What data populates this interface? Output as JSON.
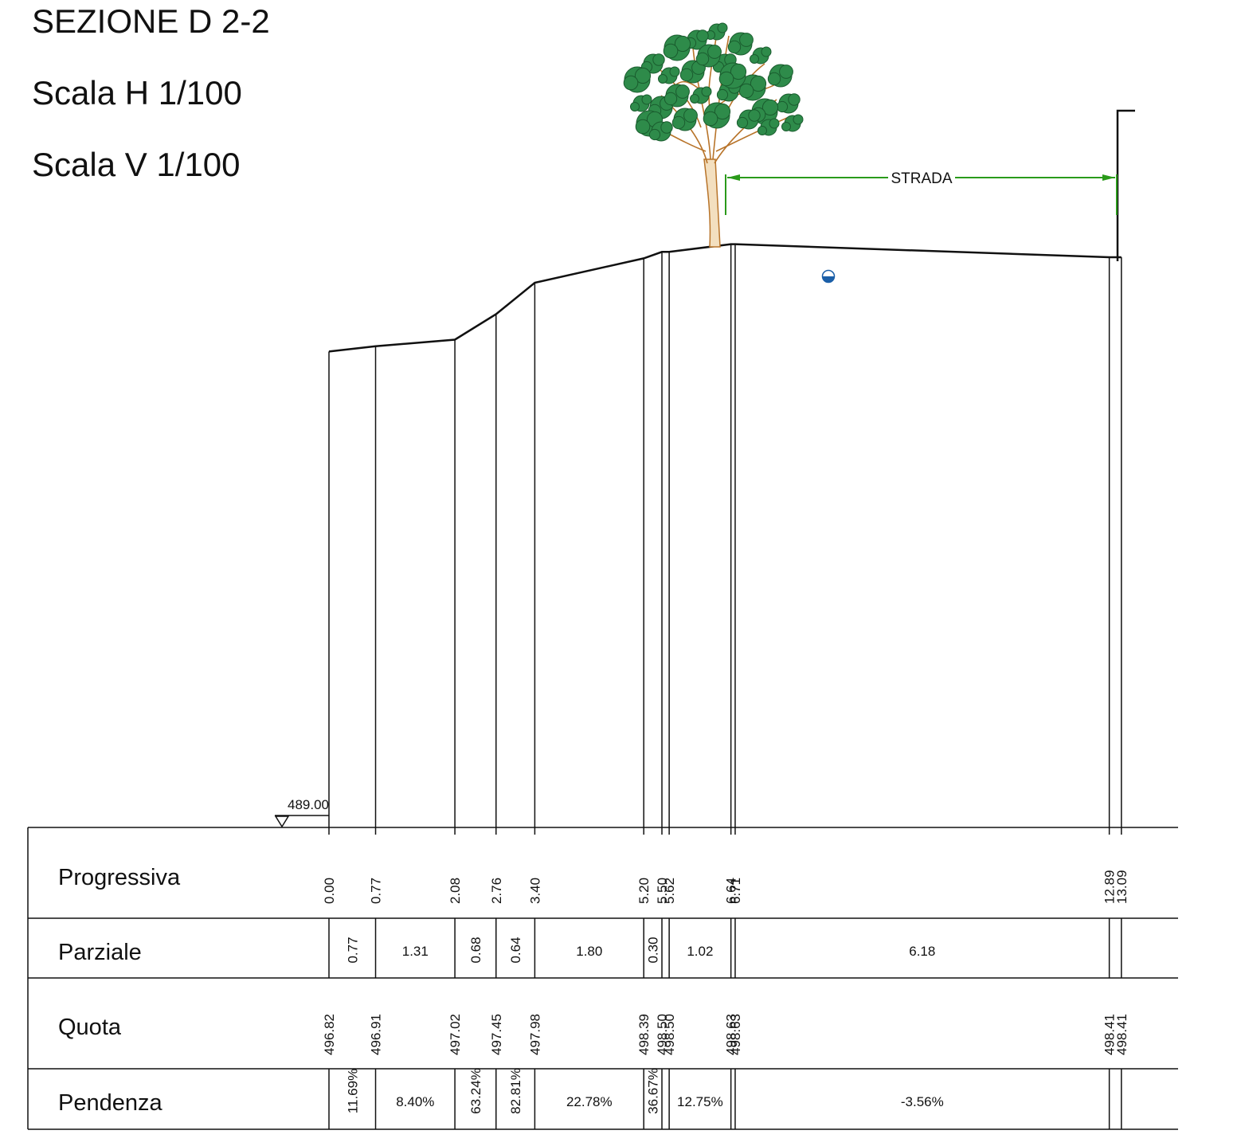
{
  "titles": {
    "section": "SEZIONE D 2-2",
    "scale_h": "Scala H 1/100",
    "scale_v": "Scala V 1/100"
  },
  "datum": "489.00",
  "road_label": "STRADA",
  "row_labels": {
    "progressiva": "Progressiva",
    "parziale": "Parziale",
    "quota": "Quota",
    "pendenza": "Pendenza"
  },
  "stations": [
    {
      "progressiva": "0.00",
      "quota": "496.82"
    },
    {
      "progressiva": "0.77",
      "quota": "496.91"
    },
    {
      "progressiva": "2.08",
      "quota": "497.02"
    },
    {
      "progressiva": "2.76",
      "quota": "497.45"
    },
    {
      "progressiva": "3.40",
      "quota": "497.98"
    },
    {
      "progressiva": "5.20",
      "quota": "498.39"
    },
    {
      "progressiva": "5.50",
      "quota": "498.50"
    },
    {
      "progressiva": "5.62",
      "quota": "498.50"
    },
    {
      "progressiva": "6.64",
      "quota": "498.63"
    },
    {
      "progressiva": "6.71",
      "quota": "498.63"
    },
    {
      "progressiva": "12.89",
      "quota": "498.41"
    },
    {
      "progressiva": "13.09",
      "quota": "498.41"
    }
  ],
  "segments": [
    {
      "parziale": "0.77",
      "pendenza": "11.69%",
      "rotated": true
    },
    {
      "parziale": "1.31",
      "pendenza": "8.40%",
      "rotated": false
    },
    {
      "parziale": "0.68",
      "pendenza": "63.24%",
      "rotated": true
    },
    {
      "parziale": "0.64",
      "pendenza": "82.81%",
      "rotated": true
    },
    {
      "parziale": "1.80",
      "pendenza": "22.78%",
      "rotated": false
    },
    {
      "parziale": "0.30",
      "pendenza": "36.67%",
      "rotated": true
    },
    {
      "parziale": "",
      "pendenza": "",
      "rotated": false
    },
    {
      "parziale": "1.02",
      "pendenza": "12.75%",
      "rotated": false
    },
    {
      "parziale": "",
      "pendenza": "",
      "rotated": false
    },
    {
      "parziale": "6.18",
      "pendenza": "-3.56%",
      "rotated": false
    },
    {
      "parziale": "",
      "pendenza": "",
      "rotated": false
    }
  ]
}
